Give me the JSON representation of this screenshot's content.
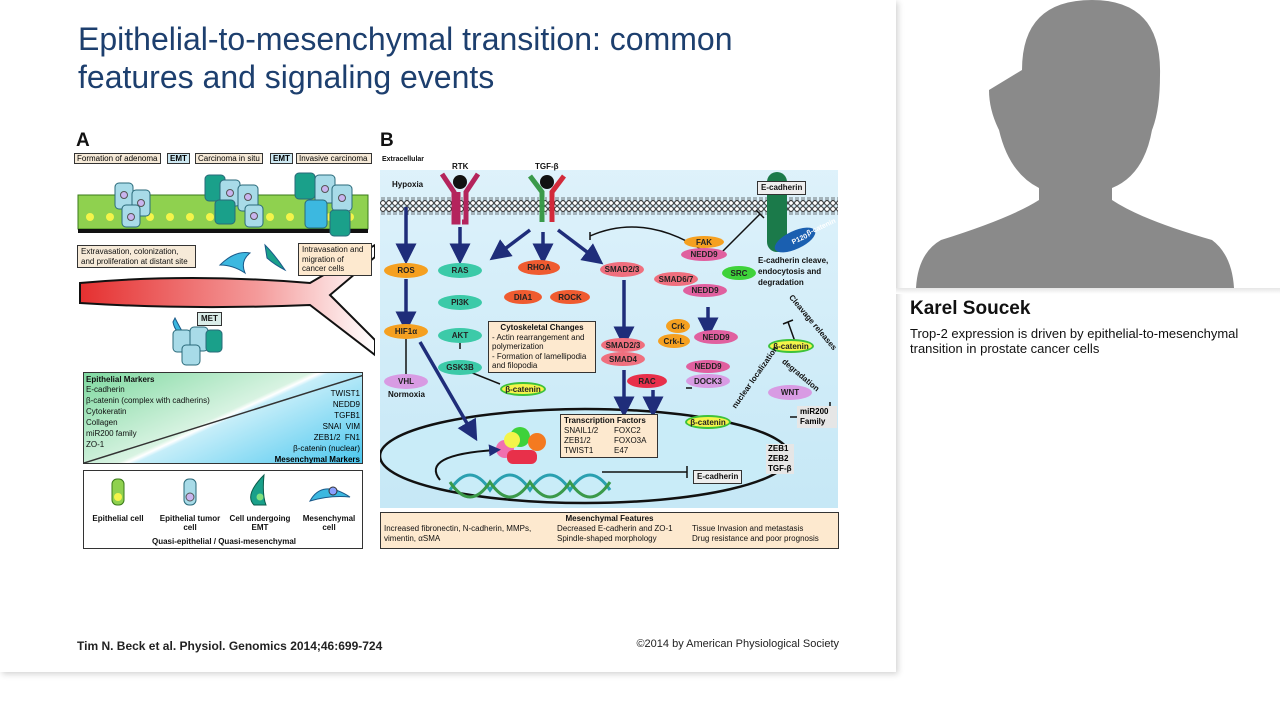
{
  "slide": {
    "title": "Epithelial-to-mesenchymal transition: common features and signaling events",
    "citation": "Tim N. Beck et al. Physiol. Genomics 2014;46:699-724",
    "copyright": "©2014 by American Physiological Society"
  },
  "panel_a": {
    "label": "A",
    "stages": [
      "Formation of adenoma",
      "EMT",
      "Carcinoma in situ",
      "EMT",
      "Invasive carcinoma"
    ],
    "extravasation": "Extravasation, colonization, and proliferation at distant site",
    "intravasation": "Intravasation and migration of cancer cells",
    "met": "MET",
    "epithelial_markers_title": "Epithelial Markers",
    "epithelial_markers": [
      "E-cadherin",
      "β-catenin (complex with cadherins)",
      "Cytokeratin",
      "Collagen",
      "miR200 family",
      "ZO-1"
    ],
    "mesenchymal_markers": [
      "TWIST1",
      "NEDD9",
      "TGFB1",
      "SNAI  VIM",
      "ZEB1/2  FN1",
      "β-catenin (nuclear)"
    ],
    "mesenchymal_markers_title": "Mesenchymal Markers",
    "legend": [
      "Epithelial cell",
      "Epithelial tumor cell",
      "Cell undergoing EMT",
      "Mesenchymal cell"
    ],
    "legend_footer": "Quasi-epithelial / Quasi-mesenchymal",
    "colors": {
      "epithelial": "#8fd14f",
      "tumor": "#a8dbe8",
      "emt": "#1aa08a",
      "mesenchymal": "#3cb8e0",
      "vessel": "#e53935"
    }
  },
  "panel_b": {
    "label": "B",
    "extracellular": "Extracellular",
    "hypoxia": "Hypoxia",
    "rtk": "RTK",
    "tgfb": "TGF-β",
    "ros": "ROS",
    "hif1a": "HIF1α",
    "vhl": "VHL",
    "normoxia": "Normoxia",
    "ras": "RAS",
    "pi3k": "PI3K",
    "akt": "AKT",
    "gsk3b": "GSK3B",
    "rhoa": "RHOA",
    "dia1": "DIA1",
    "rock": "ROCK",
    "cyto_title": "Cytoskeletal Changes",
    "cyto_lines": [
      "- Actin rearrangement and",
      "polymerization",
      "- Formation of lamellipodia",
      "and filopodia"
    ],
    "beta_catenin": "β-catenin",
    "smad23": "SMAD2/3",
    "smad67": "SMAD6/7",
    "smad4": "SMAD4",
    "fak": "FAK",
    "nedd9": "NEDD9",
    "src": "SRC",
    "crk": "Crk",
    "crkl": "Crk-L",
    "dock3": "DOCK3",
    "rac": "RAC",
    "ecadherin": "E-cadherin",
    "p120": "P120",
    "ecad_cleave": [
      "E-cadherin cleave,",
      "endocytosis and",
      "degradation"
    ],
    "cleavage_releases": "Cleavage releases",
    "nuclear_localization": "nuclear localization",
    "degradation": "degradation",
    "wnt": "WNT",
    "mir200": [
      "miR200",
      "Family"
    ],
    "zeb": [
      "ZEB1",
      "ZEB2",
      "TGF-β"
    ],
    "tf_title": "Transcription Factors",
    "tf_rows": [
      [
        "SNAIL1/2",
        "FOXC2"
      ],
      [
        "ZEB1/2",
        "FOXO3A"
      ],
      [
        "TWIST1",
        "E47"
      ]
    ],
    "features_title": "Mesenchymal Features",
    "features_cols": [
      [
        "Increased fibronectin,  N-cadherin, MMPs,",
        "vimentin, αSMA"
      ],
      [
        "Decreased E-cadherin and ZO-1",
        "Spindle-shaped morphology"
      ],
      [
        "Tissue Invasion and  metastasis",
        "Drug resistance and poor prognosis"
      ]
    ],
    "colors": {
      "orange": "#f5a020",
      "teal": "#3ccaa8",
      "red_orange": "#ef5b30",
      "pink": "#ef6f7e",
      "magenta": "#e0609f",
      "green": "#3ed23a",
      "violet": "#d89be3",
      "arrow": "#1f2d7a",
      "cell_bg": "#c9ecf8"
    }
  },
  "speaker": {
    "name": "Karel Soucek",
    "talk": "Trop-2 expression is driven by epithelial-to-mesenchymal transition in prostate cancer cells",
    "avatar": "person-silhouette-icon"
  }
}
